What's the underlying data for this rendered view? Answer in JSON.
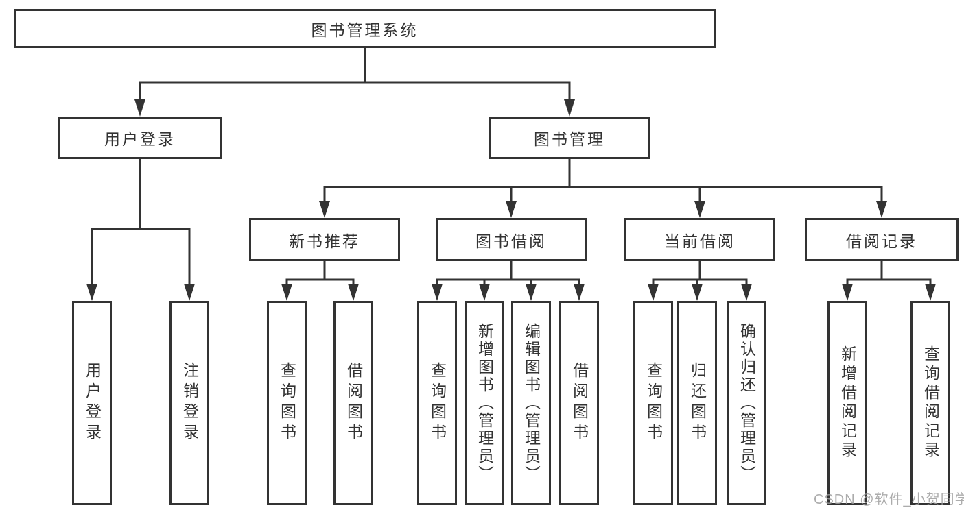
{
  "diagram": {
    "root": {
      "label": "图书管理系统"
    },
    "branches": [
      {
        "label": "用户登录",
        "children": [
          {
            "label": "用户登录"
          },
          {
            "label": "注销登录"
          }
        ]
      },
      {
        "label": "图书管理",
        "sections": [
          {
            "label": "新书推荐",
            "children": [
              {
                "label": "查询图书"
              },
              {
                "label": "借阅图书"
              }
            ]
          },
          {
            "label": "图书借阅",
            "children": [
              {
                "label": "查询图书"
              },
              {
                "label": "新增图书（管理员）"
              },
              {
                "label": "编辑图书（管理员）"
              },
              {
                "label": "借阅图书"
              }
            ]
          },
          {
            "label": "当前借阅",
            "children": [
              {
                "label": "查询图书"
              },
              {
                "label": "归还图书"
              },
              {
                "label": "确认归还（管理员）"
              }
            ]
          },
          {
            "label": "借阅记录",
            "children": [
              {
                "label": "新增借阅记录"
              },
              {
                "label": "查询借阅记录"
              }
            ]
          }
        ]
      }
    ],
    "colors": {
      "line": "#333333",
      "text": "#333333",
      "background": "#ffffff",
      "watermark": "#9e9e9e"
    },
    "watermark": "CSDN @软件_小贺同学"
  }
}
